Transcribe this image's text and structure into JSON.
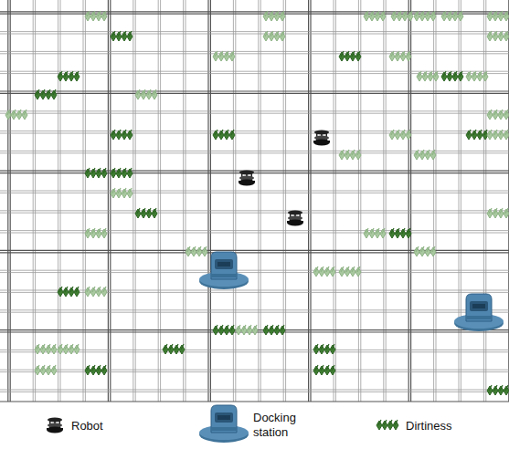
{
  "diagram": {
    "legend": [
      {
        "text": "Robot"
      },
      {
        "text": "Docking station"
      },
      {
        "text": "Dirtiness"
      }
    ]
  }
}
